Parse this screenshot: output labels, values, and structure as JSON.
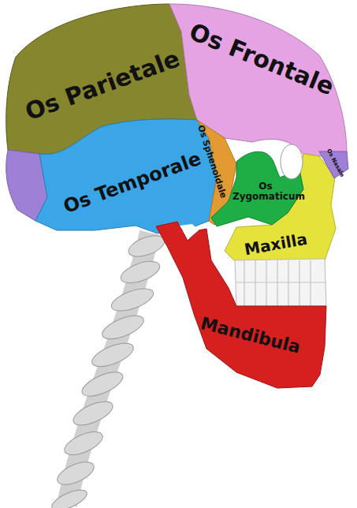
{
  "diagram": {
    "labels": [
      "Os Frontale",
      "Os Parietale",
      "Os Sphenoidale",
      "Os Temporale",
      "Os Zygomaticum",
      "Os Nasale",
      "Maxilla",
      "Mandibula"
    ]
  }
}
